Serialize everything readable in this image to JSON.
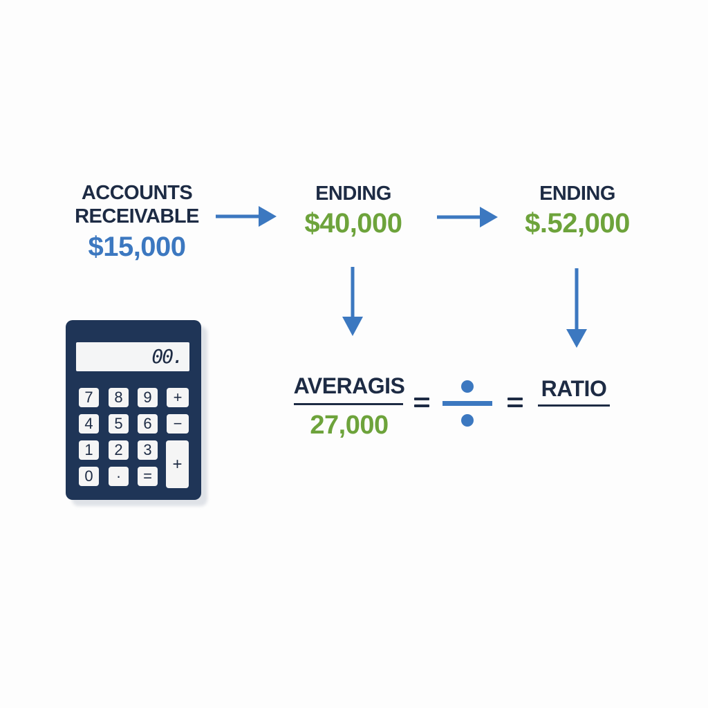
{
  "accounts_receivable": {
    "title": "ACCOUNTS\nRECEIVABLE",
    "value": "$15,000"
  },
  "ending_1": {
    "title": "ENDING",
    "value": "$40,000"
  },
  "ending_2": {
    "title": "ENDING",
    "value": "$.52,000"
  },
  "average": {
    "title": "AVERAGIS",
    "value": "27,000"
  },
  "ratio": {
    "title": "RATIO"
  },
  "colors": {
    "dark": "#1d2b44",
    "green": "#6da33b",
    "blue": "#3c78c0",
    "calculator": "#1f3557"
  },
  "calculator": {
    "display": "00.",
    "rows": [
      [
        "7",
        "8",
        "9",
        "+"
      ],
      [
        "4",
        "5",
        "6",
        "−"
      ],
      [
        "1",
        "2",
        "3"
      ],
      [
        "0",
        "·",
        "="
      ]
    ],
    "tall_key": "+"
  },
  "icons": [
    "calculator-icon",
    "divide-icon",
    "arrow-right-icon",
    "arrow-down-icon",
    "equals-icon"
  ]
}
